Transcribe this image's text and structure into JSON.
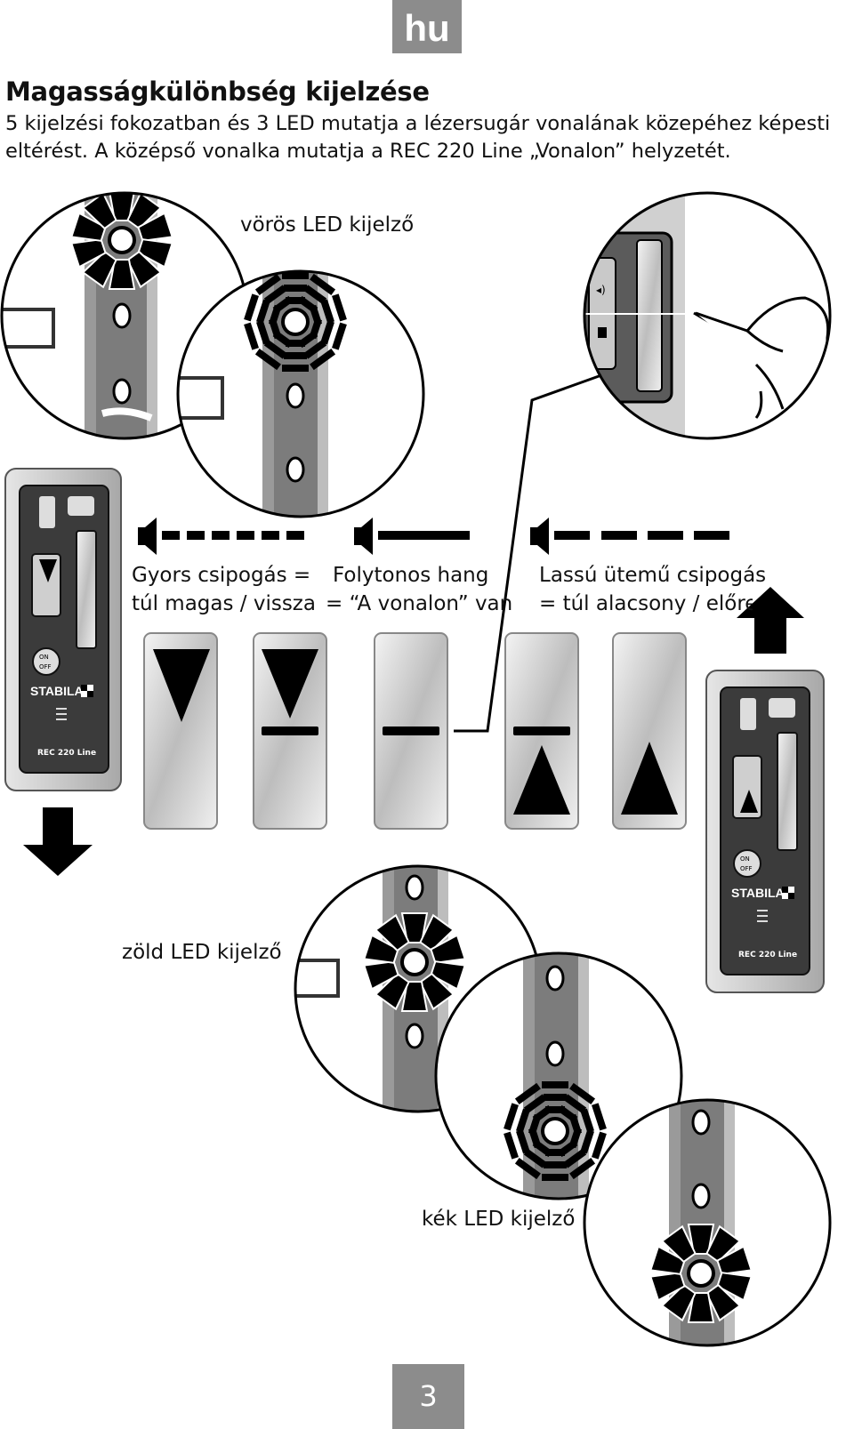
{
  "language_tab": "hu",
  "title": "Magasságkülönbség kijelzése",
  "intro_lines": [
    "5 kijelzési fokozatban és 3 LED mutatja a lézersugár vonalának közepéhez képesti",
    "eltérést. A középső vonalka mutatja a REC 220 Line „Vonalon” helyzetét."
  ],
  "labels": {
    "red_led": "vörös LED kijelző",
    "green_led": "zöld LED kijelző",
    "blue_led": "kék LED kijelző"
  },
  "signals": {
    "fast_beep": {
      "line1": "Gyors csipogás  =",
      "line2": "túl magas / vissza"
    },
    "continuous": {
      "line1": "Folytonos hang",
      "line2": "= “A vonalon” van"
    },
    "slow_beep": {
      "line1": "Lassú ütemű csipogás",
      "line2": "= túl alacsony / előre"
    }
  },
  "device": {
    "brand": "STABILA",
    "model": "REC 220 Line",
    "on_label": "ON",
    "off_label": "OFF"
  },
  "page_number": "3"
}
